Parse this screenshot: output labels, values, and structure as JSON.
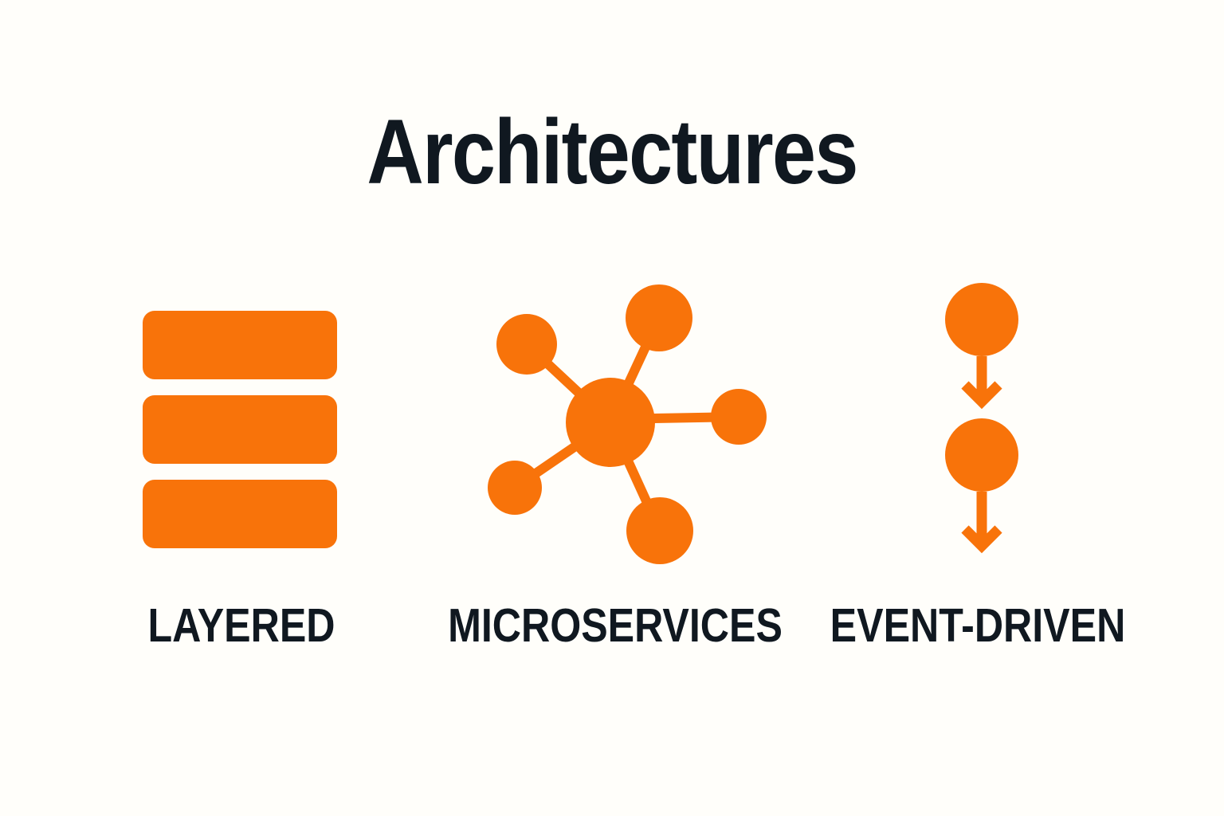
{
  "title": "Architectures",
  "colors": {
    "accent": "#F8730A",
    "background": "#FFFEFA",
    "text": "#101820"
  },
  "items": [
    {
      "label": "LAYERED",
      "icon": "layered-stack-icon"
    },
    {
      "label": "MICROSERVICES",
      "icon": "microservices-network-icon"
    },
    {
      "label": "EVENT-DRIVEN",
      "icon": "event-driven-flow-icon"
    }
  ]
}
